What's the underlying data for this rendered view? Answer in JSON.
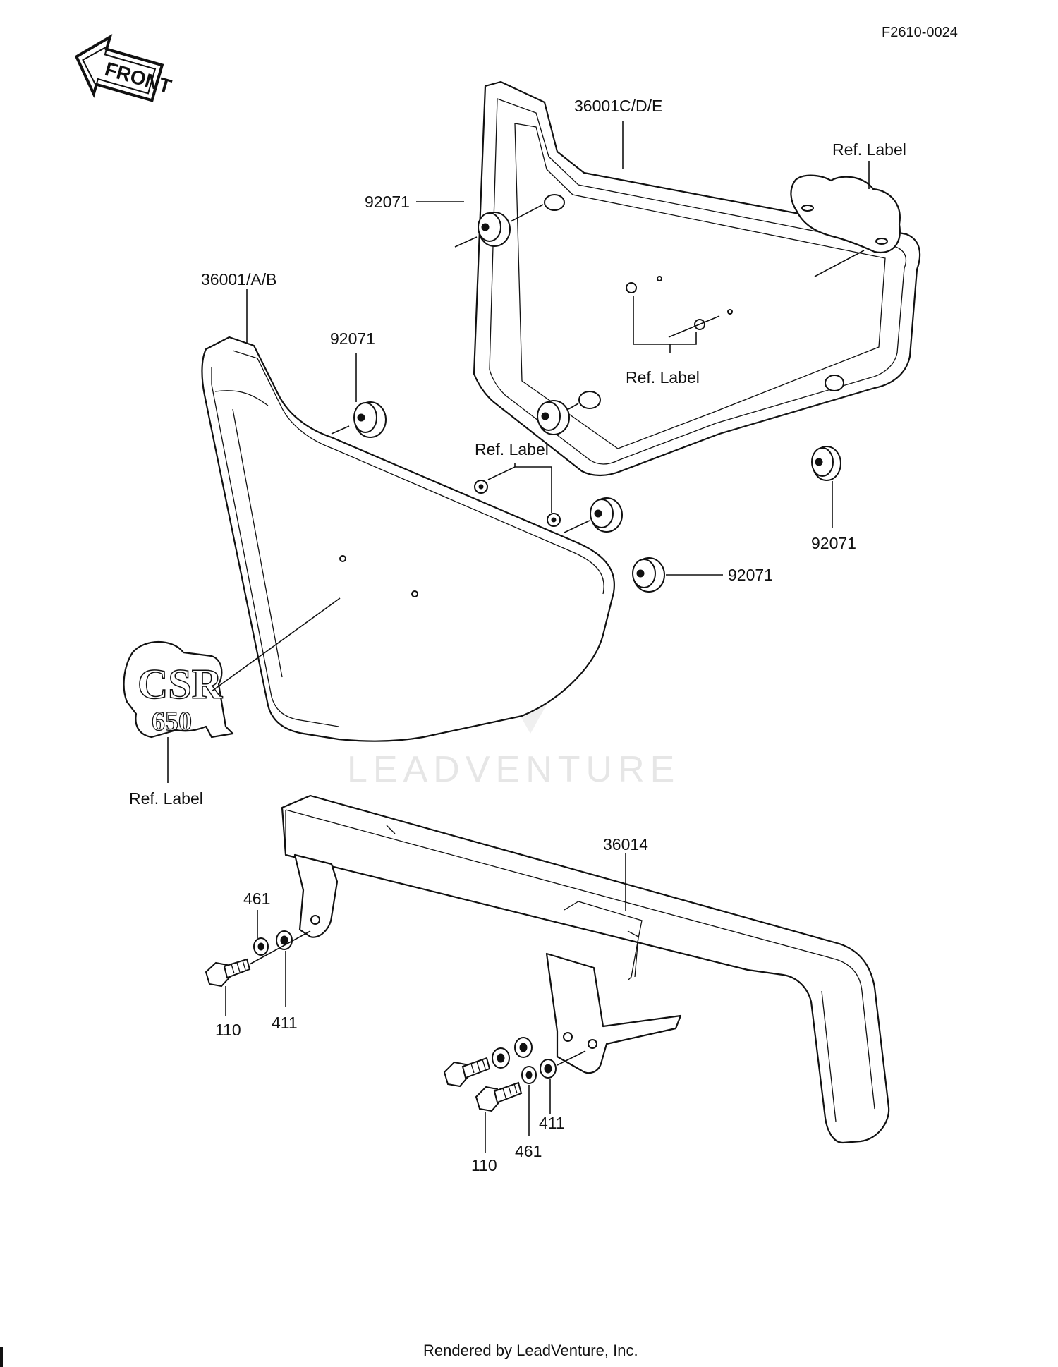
{
  "diagram": {
    "reference_code": "F2610-0024",
    "front_label": "FRONT",
    "watermark": "LEADVENTURE",
    "footer": "Rendered by LeadVenture, Inc.",
    "colors": {
      "line": "#111111",
      "background": "#ffffff",
      "watermark": "#e6e6e6"
    },
    "callouts": {
      "right_cover": "36001C/D/E",
      "left_cover": "36001/A/B",
      "chain_cover": "36014",
      "grommet_top_right_cover": "92071",
      "grommet_left_cover_top": "92071",
      "grommet_lower_right": "92071",
      "grommet_middle": "92071",
      "label_top_right": "Ref. Label",
      "label_right_cover_center": "Ref. Label",
      "label_left_cover_center": "Ref. Label",
      "label_emblem": "Ref. Label",
      "washer_461_upper": "461",
      "bolt_110_upper": "110",
      "washer_411_upper": "411",
      "washer_411_lower": "411",
      "bolt_110_lower": "110",
      "washer_461_lower": "461"
    },
    "emblem_text": "CSR 650"
  }
}
